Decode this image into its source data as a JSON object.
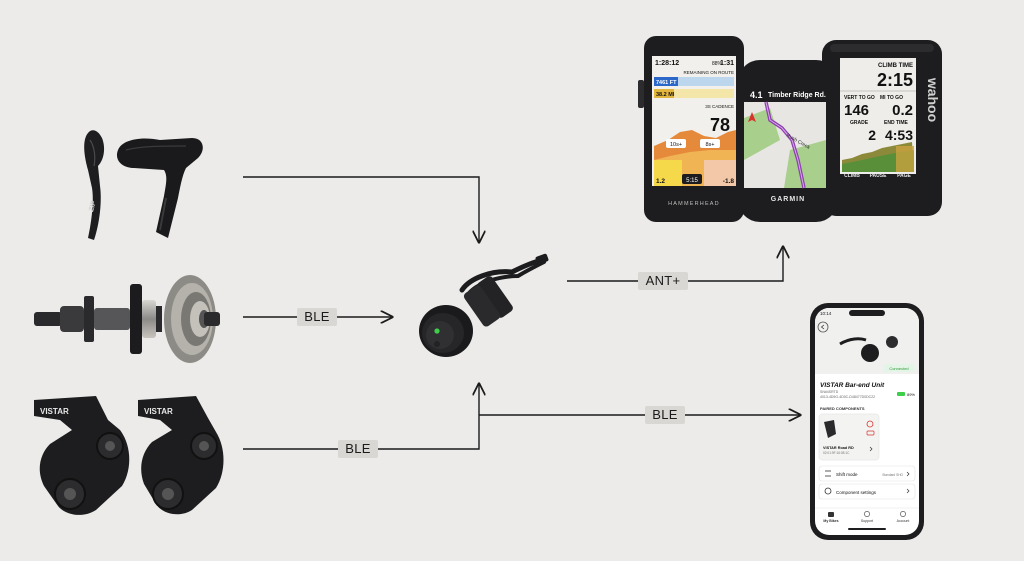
{
  "connections": {
    "ble_top": "BLE",
    "ble_bottom": "BLE",
    "ble_right": "BLE",
    "ant": "ANT+"
  },
  "head_units": {
    "hammerhead": {
      "brand": "HAMMERHEAD",
      "time_left": "1:28:12",
      "battery": "88%",
      "time_right": "1:31",
      "remaining_label": "REMAINING ON ROUTE",
      "distance_ft": "7461 FT",
      "distance_mi": "38.2 MI",
      "cadence_label": "3S CADENCE",
      "cadence": "78",
      "climb_a": "10s+",
      "climb_b": "8s+",
      "val_a": "1.2",
      "val_b": "5:15",
      "val_c": "-1.8"
    },
    "garmin": {
      "brand": "GARMIN",
      "distance": "4.1",
      "street": "Timber Ridge Rd.",
      "path_label": "Rush Creek"
    },
    "wahoo": {
      "brand": "wahoo",
      "climb_time_label": "CLIMB TIME",
      "climb_time": "2:15",
      "vert_label": "VERT TO GO",
      "vert": "146",
      "mi_label": "MI TO GO",
      "mi": "0.2",
      "grade_label": "GRADE",
      "grade": "2",
      "end_label": "END TIME",
      "end_time": "4:53",
      "nav": [
        "CLIMB",
        "PAUSE",
        "PAGE"
      ]
    }
  },
  "phone": {
    "time": "10:14",
    "status": "Connected",
    "title": "VISTAR Bar-end Unit",
    "serial": "SN#4SRTD",
    "id_line": "4013-4D9G-4D0C-D48477D0DC22",
    "battery": "89%",
    "section": "PAIRED COMPONENTS",
    "component_name": "VISTAR Road RD",
    "component_sub": "02:01:9F:16:08:1C",
    "rows": [
      {
        "label": "Shift mode",
        "value": "Standard SHO"
      },
      {
        "label": "Component settings",
        "value": ""
      }
    ],
    "tabs": [
      "My Bikes",
      "Support",
      "Account"
    ]
  },
  "component_labels": {
    "lever_brand": "ZIP",
    "derailleur_brand": "VISTAR"
  },
  "colors": {
    "background": "#ecebe9",
    "line": "#1b1b1b",
    "label_bg": "#d8d7d4",
    "device": "#1d1d1f",
    "accent_green": "#3ecf4a"
  }
}
